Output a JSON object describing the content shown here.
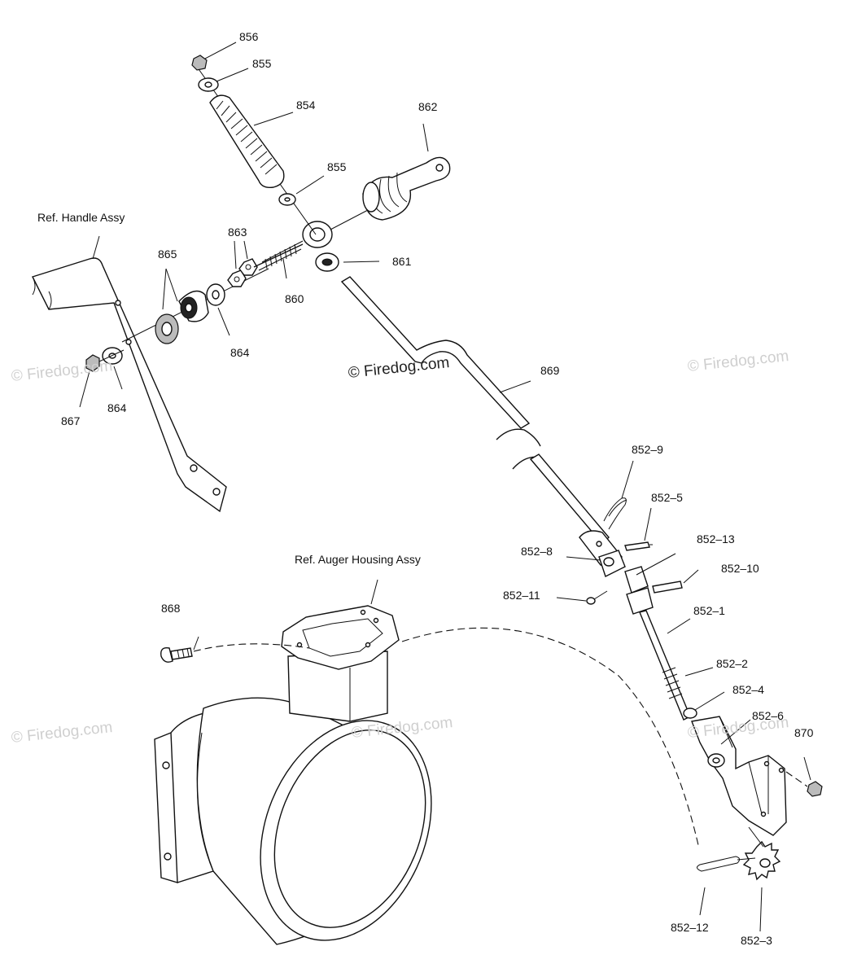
{
  "watermarks": {
    "brand": "© Firedog.com",
    "copyright": "© Firedog.com"
  },
  "references": {
    "handle": "Ref. Handle Assy",
    "auger": "Ref. Auger Housing Assy"
  },
  "labels": {
    "p856": "856",
    "p855_top": "855",
    "p854": "854",
    "p862": "862",
    "p855_mid": "855",
    "p863": "863",
    "p865": "865",
    "p861": "861",
    "p860": "860",
    "p864_a": "864",
    "p864_b": "864",
    "p867": "867",
    "p869": "869",
    "p852_9": "852–9",
    "p852_5": "852–5",
    "p852_8": "852–8",
    "p852_13": "852–13",
    "p852_10": "852–10",
    "p852_11": "852–11",
    "p852_1": "852–1",
    "p868": "868",
    "p852_2": "852–2",
    "p852_4": "852–4",
    "p852_6": "852–6",
    "p870": "870",
    "p852_12": "852–12",
    "p852_3": "852–3"
  }
}
